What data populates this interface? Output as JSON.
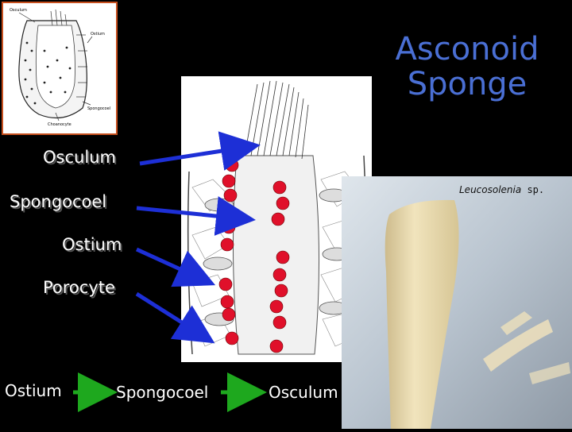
{
  "title_line1": "Asconoid",
  "title_line2": "Sponge",
  "labels": {
    "osculum": "Osculum",
    "spongocoel": "Spongocoel",
    "ostium": "Ostium",
    "porocyte": "Porocyte"
  },
  "thumb_labels": {
    "osculum": "Osculum",
    "ostium": "Ostium",
    "spongocoel": "Spongocoel",
    "choanocyte": "Choanocyte"
  },
  "species_genus": "Leucosolenia",
  "species_suffix": " sp.",
  "flow": [
    "Ostium",
    "Spongocoel",
    "Osculum"
  ],
  "colors": {
    "title": "#4a6fd4",
    "arrow": "#1d2fd6",
    "flow_arrow": "#1ea81e",
    "frame": "#c8501e",
    "cell_red": "#e0102a"
  }
}
